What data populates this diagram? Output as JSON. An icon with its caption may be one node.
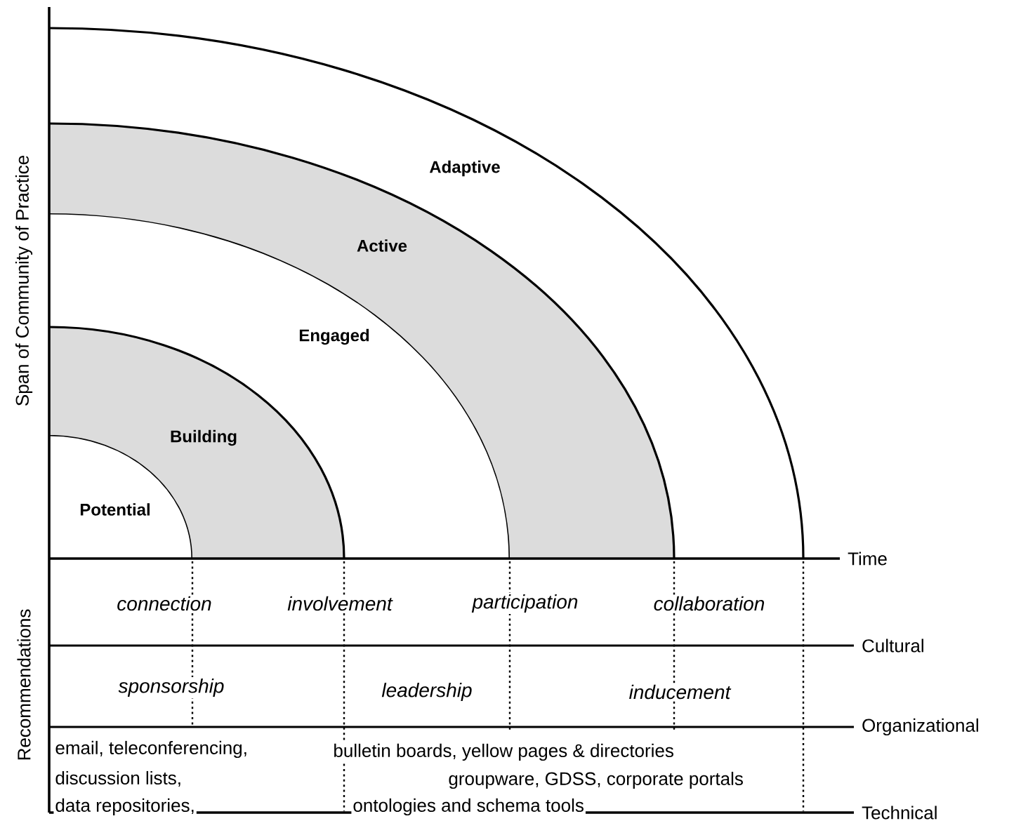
{
  "diagram": {
    "nodes": [
      {
        "text": [
          "Potential"
        ]
      },
      {
        "text": [
          "Building"
        ]
      },
      {
        "text": [
          "Engaged"
        ]
      },
      {
        "text": [
          "Active"
        ]
      },
      {
        "text": [
          "Adaptive"
        ]
      }
    ],
    "labels": [
      "Span of Community of Practice",
      "Recommendations",
      "Time",
      "Cultural",
      "Organizational",
      "Technical",
      "connection",
      "involvement",
      "participation",
      "collaboration",
      "sponsorship",
      "leadership",
      "inducement",
      "email, teleconferencing,",
      "discussion lists,",
      "data repositories,",
      "bulletin boards, yellow pages & directories",
      "groupware, GDSS, corporate portals",
      "ontologies and schema tools"
    ]
  }
}
